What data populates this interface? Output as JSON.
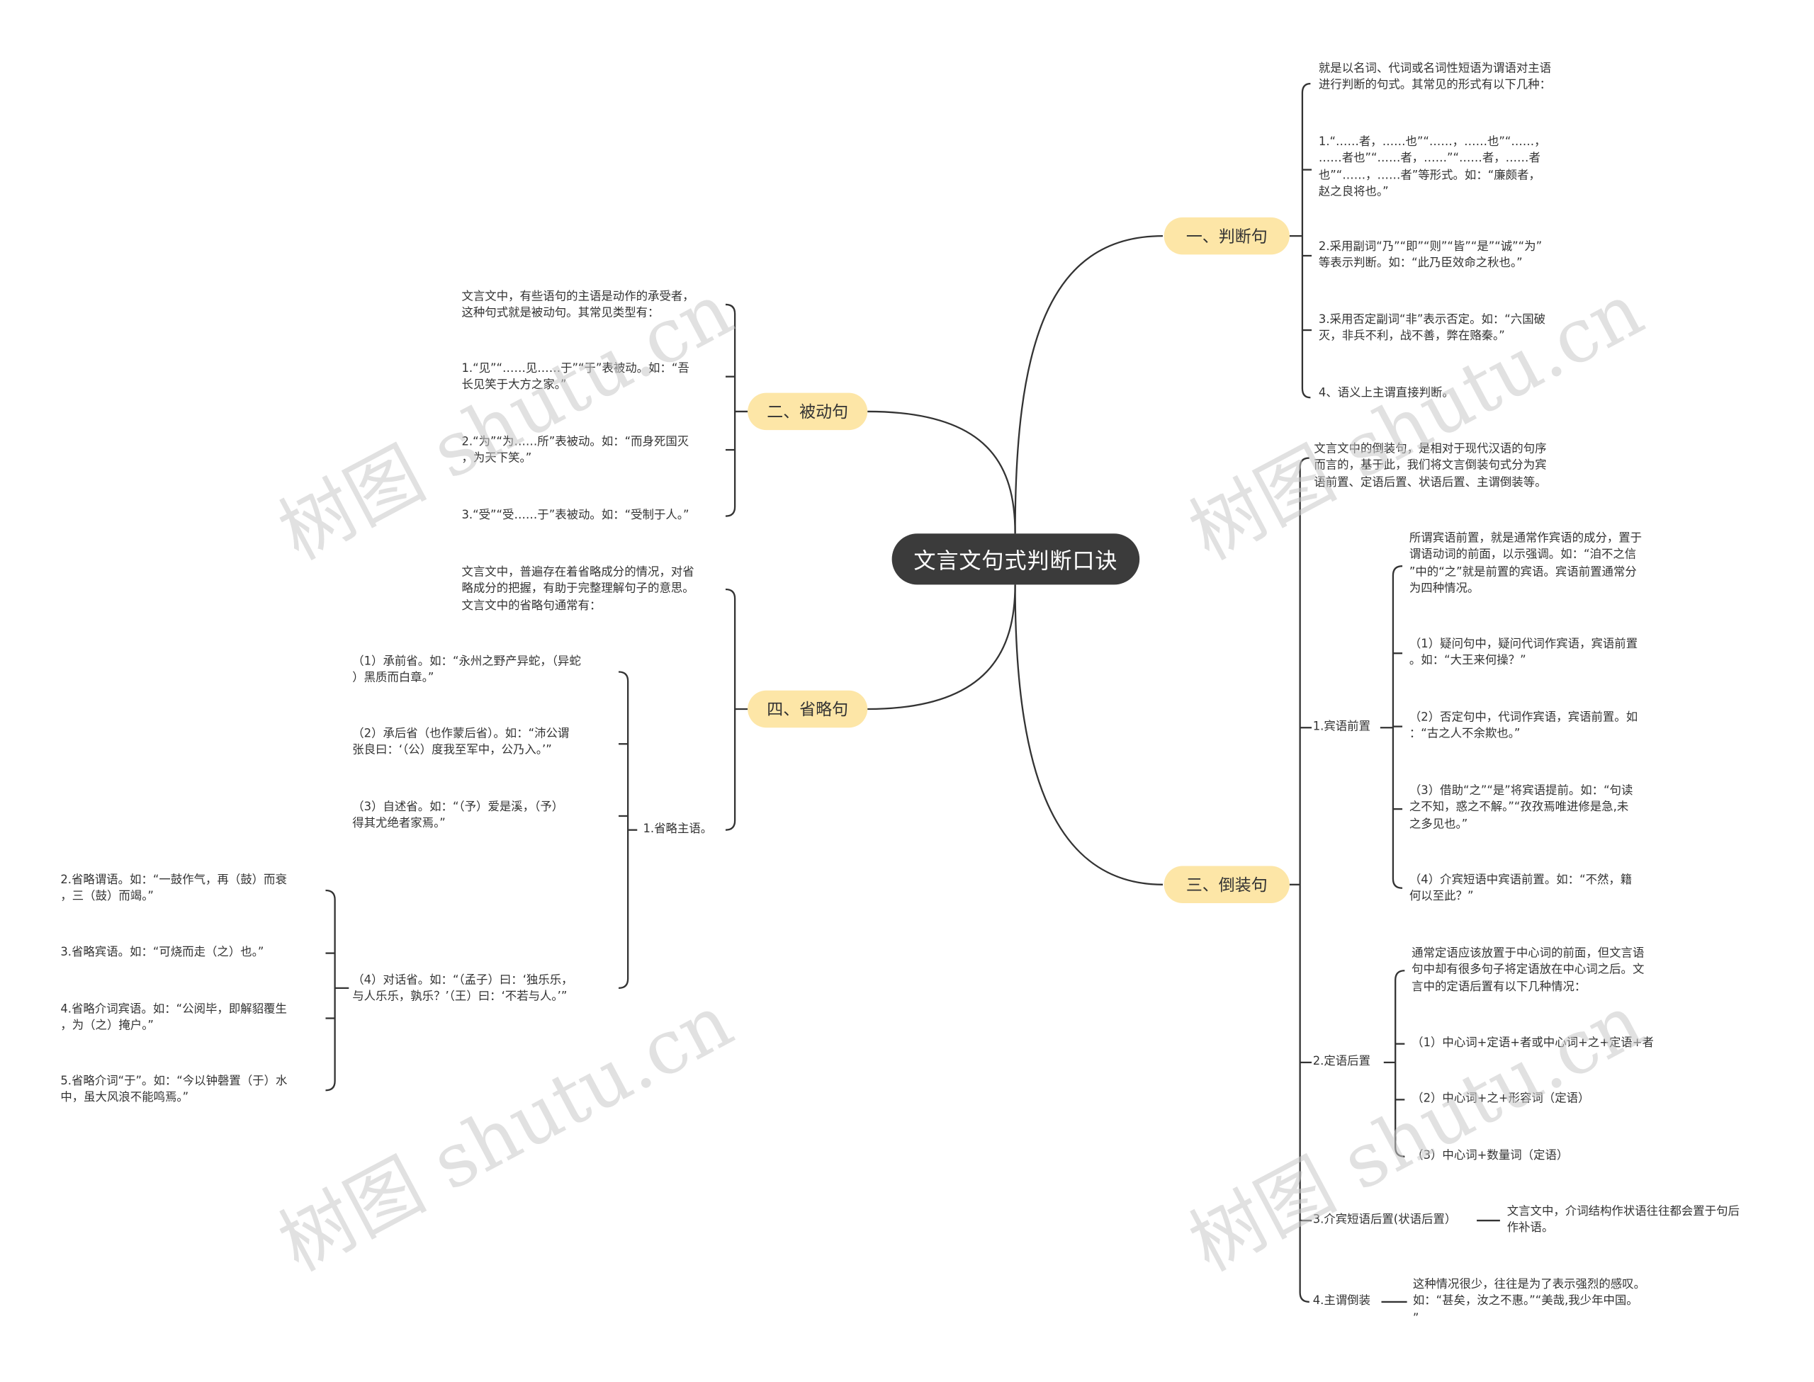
{
  "root": "文言文句式判断口诀",
  "branches": {
    "b1": "一、判断句",
    "b2": "二、被动句",
    "b3": "三、倒装句",
    "b4": "四、省略句"
  },
  "b1_items": [
    "就是以名词、代词或名词性短语为谓语对主语\n进行判断的句式。其常见的形式有以下几种：",
    "1.“……者，……也”“……，……也”“……，\n……者也”“……者，……”“……者，……者\n也”“……，……者”等形式。如：“廉颇者，\n赵之良将也。”",
    "2.采用副词“乃”“即”“则”“皆”“是”“诚”“为”\n等表示判断。如：“此乃臣效命之秋也。”",
    "3.采用否定副词“非”表示否定。如：“六国破\n灭，非兵不利，战不善，弊在赂秦。”",
    "4、语义上主谓直接判断。"
  ],
  "b2_items": [
    "文言文中，有些语句的主语是动作的承受者，\n这种句式就是被动句。其常见类型有：",
    "1.“见”“……见……于”“于”表被动。如：“吾\n长见笑于大方之家。”",
    "2.“为”“为……所”表被动。如：“而身死国灭\n，为天下笑。”",
    "3.“受”“受……于”表被动。如：“受制于人。”"
  ],
  "b3_intro": "文言文中的倒装句，是相对于现代汉语的句序\n而言的，基于此，我们将文言倒装句式分为宾\n语前置、定语后置、状语后置、主谓倒装等。",
  "b3_sub": {
    "s1": "1.宾语前置",
    "s2": "2.定语后置",
    "s3": "3.介宾短语后置(状语后置）",
    "s4": "4.主谓倒装"
  },
  "s1_items": [
    "所谓宾语前置，就是通常作宾语的成分，置于\n谓语动词的前面，以示强调。如：“洎不之信\n”中的“之”就是前置的宾语。宾语前置通常分\n为四种情况。",
    "（1）疑问句中，疑问代词作宾语，宾语前置\n。如：“大王来何操？”",
    "（2）否定句中，代词作宾语，宾语前置。如\n：“古之人不余欺也。”",
    "（3）借助“之”“是”将宾语提前。如：“句读\n之不知，惑之不解。”“孜孜焉唯进修是急,未\n之多见也。”",
    "（4）介宾短语中宾语前置。如：“不然，籍\n何以至此？”"
  ],
  "s2_items": [
    "通常定语应该放置于中心词的前面，但文言语\n句中却有很多句子将定语放在中心词之后。文\n言中的定语后置有以下几种情况：",
    "（1）中心词+定语+者或中心词+之+定语+者",
    "（2）中心词+之+形容词（定语）",
    "（3）中心词+数量词（定语）"
  ],
  "s3_item": "文言文中，介词结构作状语往往都会置于句后\n作补语。",
  "s4_item": "这种情况很少，往往是为了表示强烈的感叹。\n如：“甚矣，汝之不惠。”“美哉,我少年中国。\n”",
  "b4_intro": "文言文中，普遍存在着省略成分的情况，对省\n略成分的把握，有助于完整理解句子的意思。\n文言文中的省略句通常有：",
  "b4_sub": "1.省略主语。",
  "b4_sub_items": [
    "（1）承前省。如：“永州之野产异蛇，（异蛇\n）黑质而白章。”",
    "（2）承后省（也作蒙后省）。如：“沛公谓\n张良曰：‘（公）度我至军中，公乃入。’”",
    "（3）自述省。如：“（予）爱是溪，（予）\n得其尤绝者家焉。”",
    "（4）对话省。如：“（孟子）曰：‘独乐乐，\n与人乐乐，孰乐？’（王）曰：‘不若与人。’”"
  ],
  "dialog_items": [
    "2.省略谓语。如：“一鼓作气，再（鼓）而衰\n，三（鼓）而竭。”",
    "3.省略宾语。如：“可烧而走（之）也。”",
    "4.省略介词宾语。如：“公阅毕，即解貂覆生\n，为（之）掩户。”",
    "5.省略介词“于”。如：“今以钟磬置（于）水\n中，虽大风浪不能鸣焉。”"
  ],
  "watermark": "树图 shutu.cn",
  "colors": {
    "root_bg": "#3b3b3b",
    "branch_bg": "#fde6a7",
    "line": "#333333",
    "text": "#333333"
  }
}
